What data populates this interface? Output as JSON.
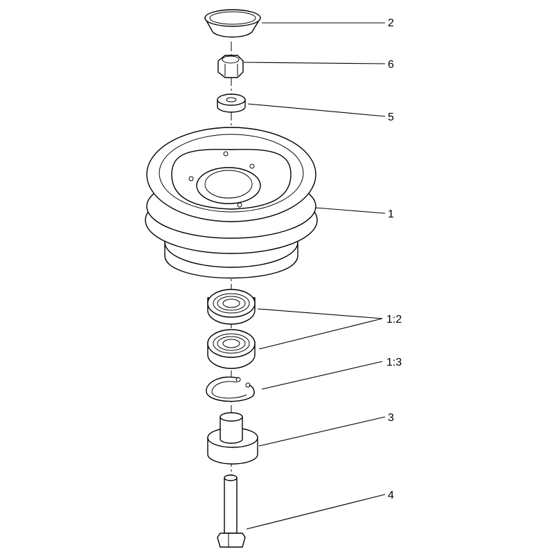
{
  "callouts": {
    "c2": "2",
    "c6": "6",
    "c5": "5",
    "c1": "1",
    "c12": "1:2",
    "c13": "1:3",
    "c3": "3",
    "c4": "4"
  }
}
